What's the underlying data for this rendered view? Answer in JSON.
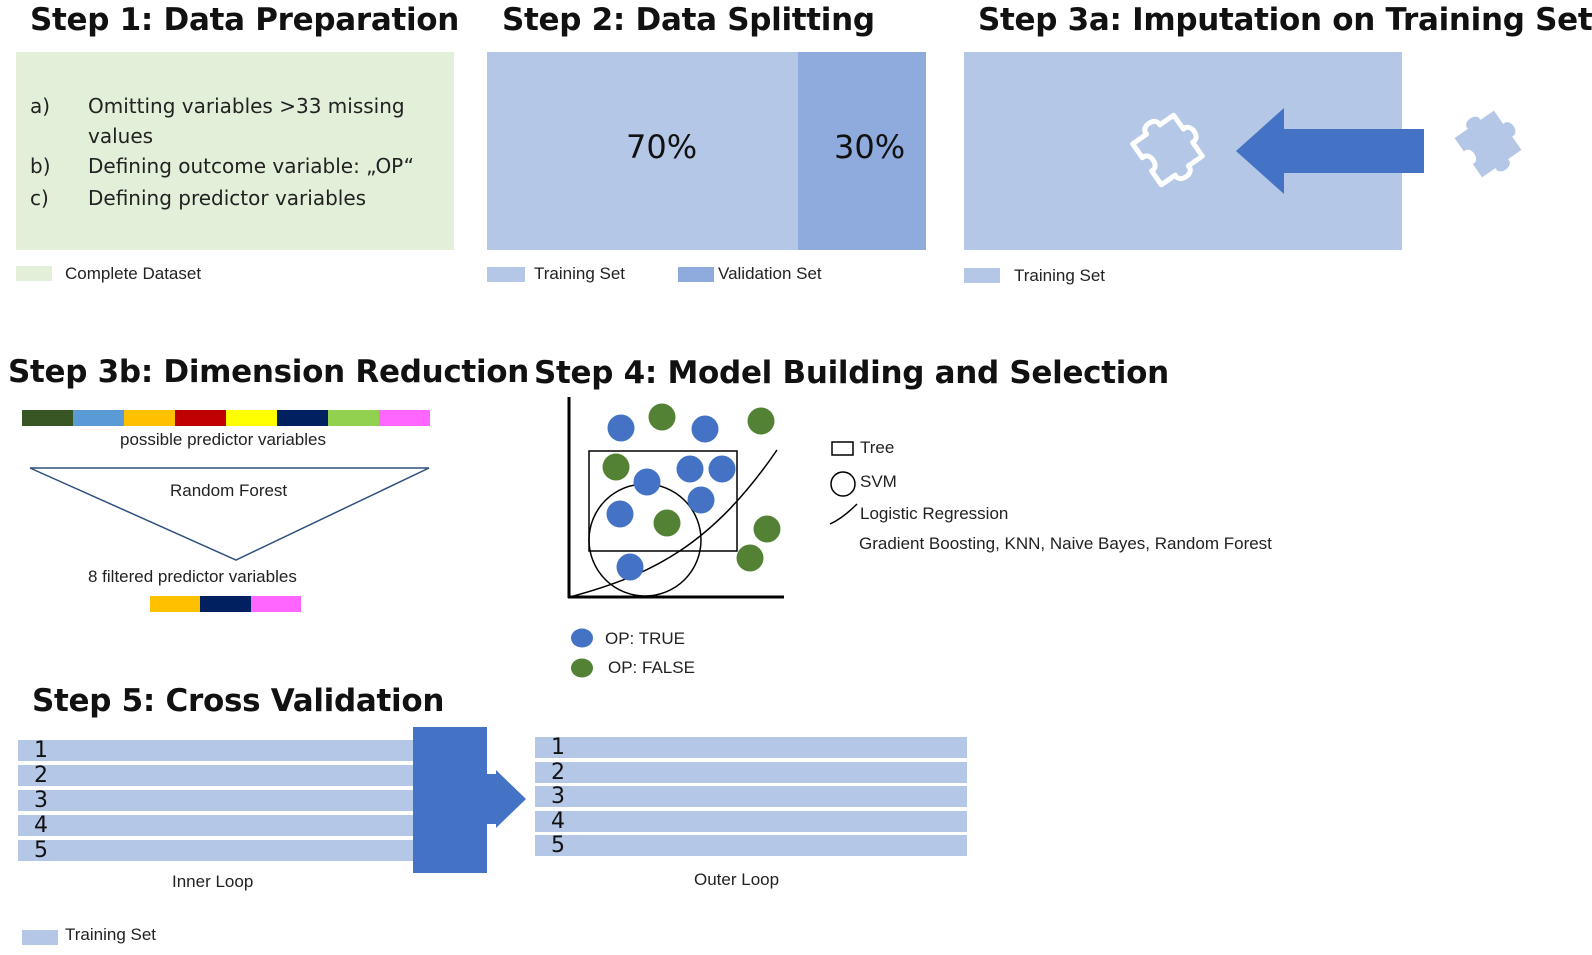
{
  "step1": {
    "title": "Step 1: Data Preparation",
    "items": [
      {
        "marker": "a)",
        "text": "Omitting variables >33 missing",
        "text2": "values"
      },
      {
        "marker": "b)",
        "text": "Defining outcome variable:  „OP“"
      },
      {
        "marker": "c)",
        "text": "Defining predictor variables"
      }
    ],
    "legend": "Complete  Dataset"
  },
  "step2": {
    "title": "Step 2: Data Splitting",
    "train_pct": "70%",
    "valid_pct": "30%",
    "legend_train": "Training Set",
    "legend_valid": "Validation Set"
  },
  "step3a": {
    "title": "Step 3a: Imputation on Training Set",
    "legend": "Training Set"
  },
  "step3b": {
    "title": "Step 3b: Dimension Reduction",
    "top_label": "possible predictor variables",
    "method": "Random Forest",
    "bottom_label": "8 filtered predictor variables",
    "top_colors": [
      "#375623",
      "#5b9bd5",
      "#ffc000",
      "#c00000",
      "#ffff00",
      "#002060",
      "#92d050",
      "#ff66ff"
    ],
    "bottom_colors": [
      "#ffc000",
      "#002060",
      "#ff66ff"
    ]
  },
  "step4": {
    "title": "Step 4: Model Building and Selection",
    "legend_tree": "Tree",
    "legend_svm": "SVM",
    "legend_lr": "Logistic Regression",
    "legend_others": "Gradient Boosting, KNN,  Naive Bayes, Random Forest",
    "legend_true": "OP: TRUE",
    "legend_false": "OP: FALSE",
    "color_true": "#4472c4",
    "color_false": "#548235"
  },
  "step5": {
    "title": "Step 5: Cross Validation",
    "inner_rows": [
      "1",
      "2",
      "3",
      "4",
      "5"
    ],
    "outer_rows": [
      "1",
      "2",
      "3",
      "4",
      "5"
    ],
    "inner_label": "Inner Loop",
    "outer_label": "Outer Loop",
    "legend": "Training Set"
  },
  "colors": {
    "training": "#b4c7e7",
    "validation": "#8faadc",
    "complete": "#e2efd9",
    "arrow": "#4472c4"
  }
}
